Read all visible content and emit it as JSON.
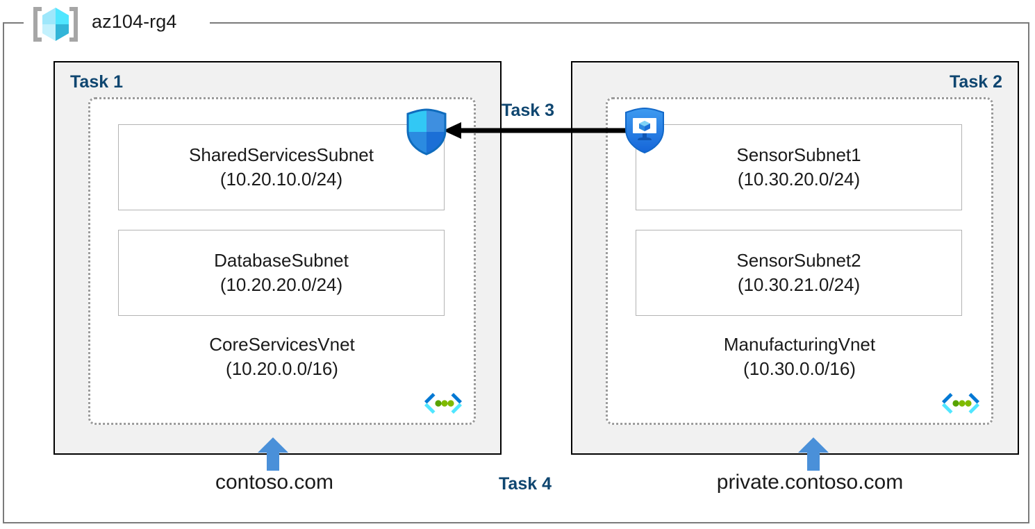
{
  "resource_group": {
    "name": "az104-rg4",
    "icon": "resource-group-cube-icon"
  },
  "panels": [
    {
      "id": "left",
      "task_label": "Task 1",
      "vnet": {
        "name": "CoreServicesVnet",
        "cidr": "(10.20.0.0/16)",
        "icon": "virtual-network-icon",
        "subnets": [
          {
            "name": "SharedServicesSubnet",
            "cidr": "(10.20.10.0/24)"
          },
          {
            "name": "DatabaseSubnet",
            "cidr": "(10.20.20.0/24)"
          }
        ]
      },
      "dns_zone": "contoso.com"
    },
    {
      "id": "right",
      "task_label": "Task 2",
      "vnet": {
        "name": "ManufacturingVnet",
        "cidr": "(10.30.0.0/16)",
        "icon": "virtual-network-icon",
        "subnets": [
          {
            "name": "SensorSubnet1",
            "cidr": "(10.30.20.0/24)"
          },
          {
            "name": "SensorSubnet2",
            "cidr": "(10.30.21.0/24)"
          }
        ]
      },
      "dns_zone": "private.contoso.com"
    }
  ],
  "connections": {
    "peering": {
      "label": "Task 3",
      "icon": "left-arrow-icon",
      "direction": "right-to-left"
    },
    "dns": {
      "label": "Task 4",
      "icon": "up-arrow-icon"
    }
  },
  "icons": {
    "firewall": "firewall-shield-icon",
    "bastion": "bastion-shield-monitor-icon"
  },
  "colors": {
    "task_label": "#0f4670",
    "panel_fill": "#f1f1f1",
    "panel_border": "#000000",
    "vnet_border": "#9a9a9a",
    "subnet_border": "#b3b3b3",
    "arrow_blue": "#4a90d9",
    "arrow_black": "#000000",
    "cube_cyan": "#32d4f5",
    "shield_blue": "#1b7fe0"
  }
}
